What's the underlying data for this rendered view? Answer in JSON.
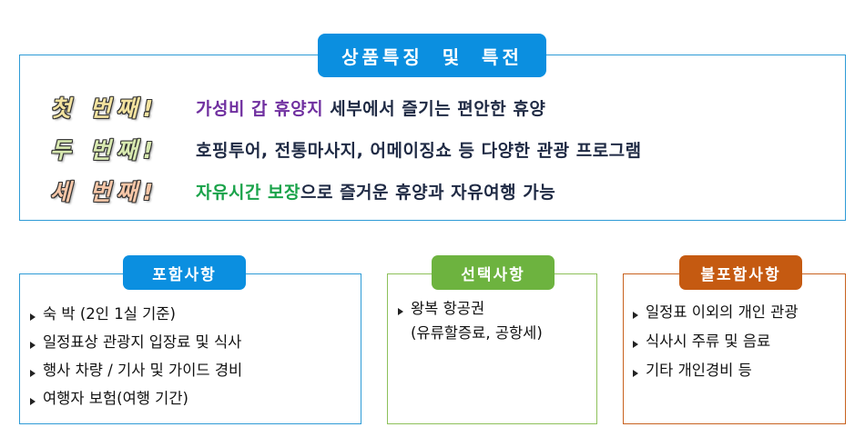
{
  "header": {
    "title": "상품특징 및 특전"
  },
  "features": [
    {
      "ordinal": "첫 번째!",
      "highlight": "가성비 갑 휴양지",
      "rest": " 세부에서 즐기는 편안한 휴양"
    },
    {
      "ordinal": "두 번째!",
      "highlight": "",
      "rest": "호핑투어, 전통마사지, 어메이징쇼 등 다양한 관광 프로그램"
    },
    {
      "ordinal": "세 번째!",
      "highlight": "자유시간 보장",
      "rest": "으로 즐거운 휴양과 자유여행 가능"
    }
  ],
  "included": {
    "title": "포함사항",
    "items": [
      "숙 박 (2인 1실 기준)",
      "일정표상 관광지 입장료 및 식사",
      "행사 차량 / 기사 및 가이드 경비",
      "여행자 보험(여행 기간)"
    ]
  },
  "optional": {
    "title": "선택사항",
    "items": [
      "왕복 항공권"
    ],
    "note": "(유류할증료, 공항세)"
  },
  "excluded": {
    "title": "불포함사항",
    "items": [
      "일정표 이외의 개인 관광",
      "식사시 주류 및 음료",
      "기타 개인경비 등"
    ]
  }
}
